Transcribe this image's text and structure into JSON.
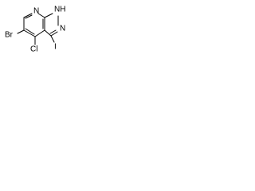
{
  "molecule": {
    "atoms": {
      "nh": "NH",
      "n": "N",
      "n_pyridine": "N",
      "iodo": "I",
      "chloro": "Cl",
      "bromo": "Br"
    },
    "colors": {
      "bond": "#000000",
      "label": "#000000",
      "background": "#ffffff"
    }
  }
}
